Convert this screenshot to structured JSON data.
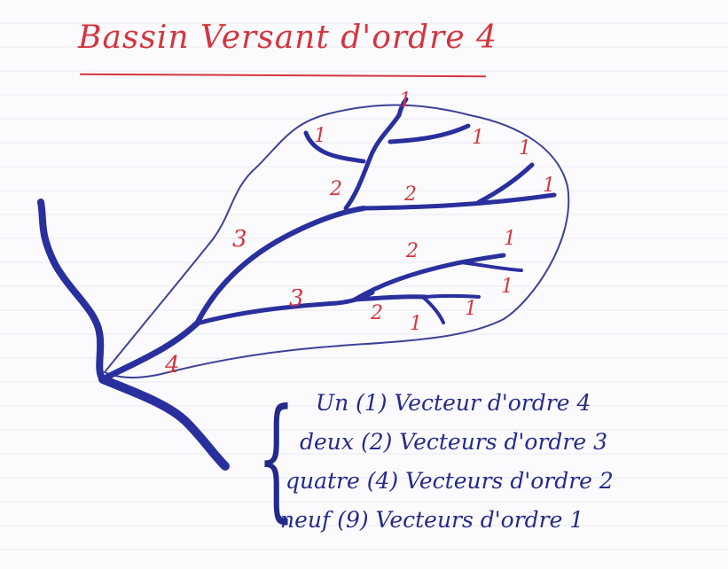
{
  "title": "Bassin Versant d'ordre 4",
  "colors": {
    "river": "#2a2f9e",
    "outline": "#3e4296",
    "label": "#d4353f",
    "legend_text": "#242a8a",
    "title": "#d4353f"
  },
  "order_labels": [
    "1",
    "1",
    "1",
    "1",
    "1",
    "1",
    "1",
    "1",
    "1",
    "2",
    "2",
    "2",
    "2",
    "3",
    "3",
    "4"
  ],
  "legend": [
    "Un (1) Vecteur d'ordre 4",
    "deux (2) Vecteurs d'ordre 3",
    "quatre (4) Vecteurs d'ordre 2",
    "neuf (9) Vecteurs d'ordre 1"
  ]
}
